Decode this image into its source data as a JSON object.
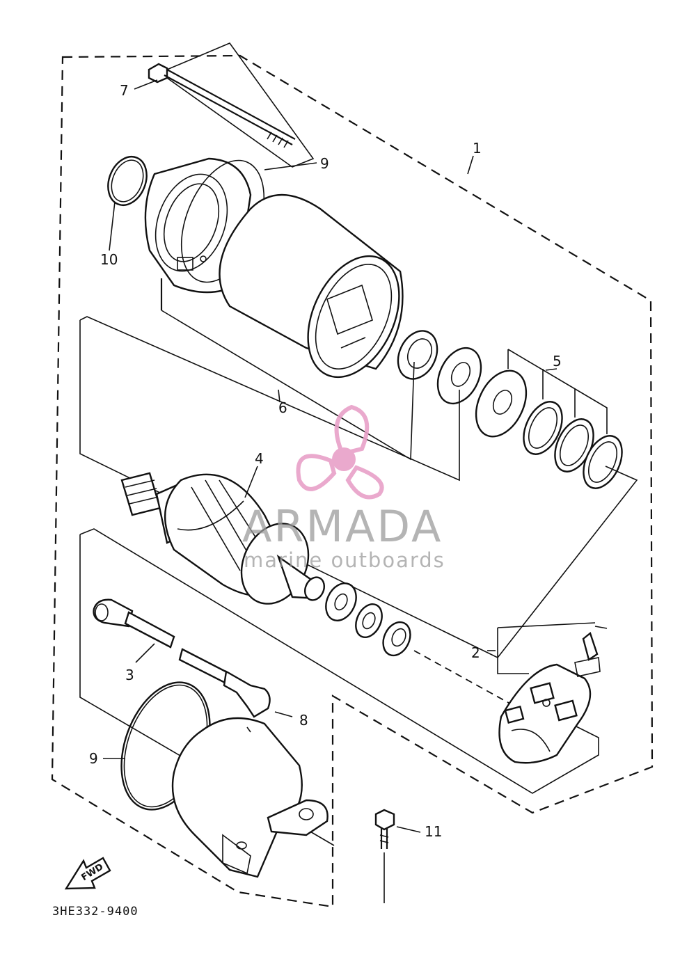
{
  "diagram": {
    "callouts": [
      {
        "id": "1",
        "text": "1"
      },
      {
        "id": "2",
        "text": "2"
      },
      {
        "id": "3",
        "text": "3"
      },
      {
        "id": "4",
        "text": "4"
      },
      {
        "id": "5",
        "text": "5"
      },
      {
        "id": "6",
        "text": "6"
      },
      {
        "id": "7",
        "text": "7"
      },
      {
        "id": "8",
        "text": "8"
      },
      {
        "id": "9a",
        "text": "9"
      },
      {
        "id": "9b",
        "text": "9"
      },
      {
        "id": "10",
        "text": "10"
      },
      {
        "id": "11",
        "text": "11"
      }
    ],
    "drawing_code": "3HE332-9400",
    "fwd_marker": "FWD",
    "line_color": "#111111"
  },
  "watermark": {
    "title": "ARMADA",
    "subtitle": "marine outboards",
    "icon": "propeller-icon",
    "accent_color": "#e8a0c8",
    "text_color": "#9b9b9b"
  }
}
